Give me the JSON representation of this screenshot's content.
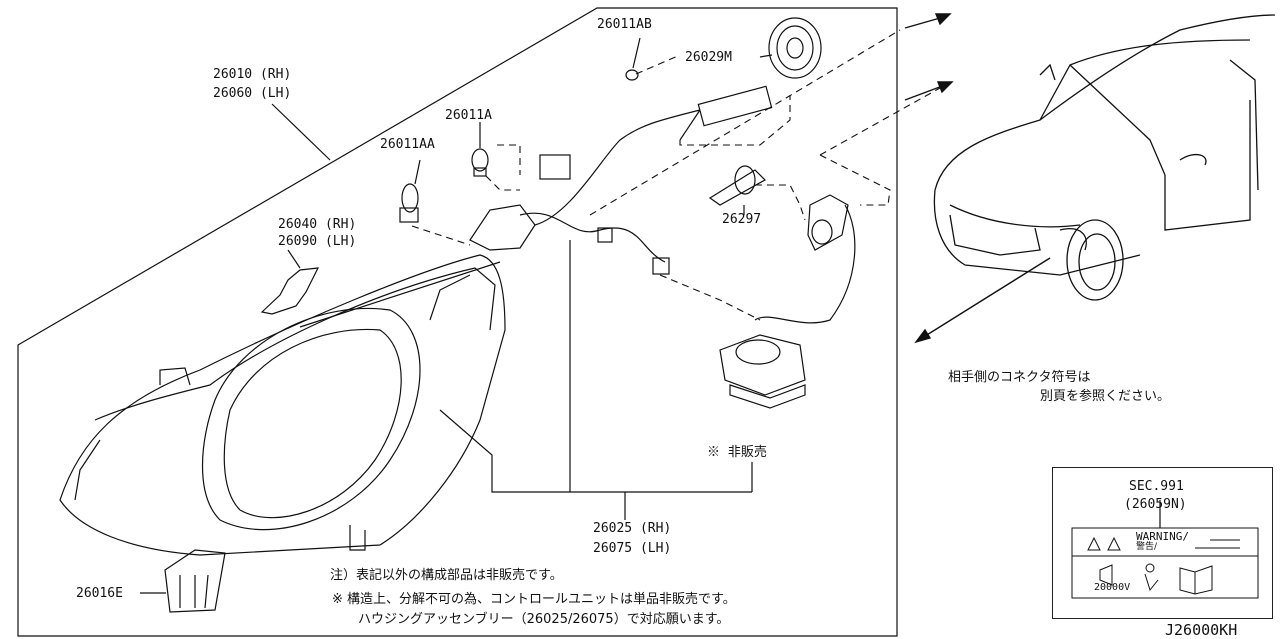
{
  "parts": {
    "headlamp_rh": "26010 (RH)",
    "headlamp_lh": "26060 (LH)",
    "bulb_26011ab": "26011AB",
    "cap_26029m": "26029M",
    "bulb_26011a": "26011A",
    "bulb_26011aa": "26011AA",
    "bracket_rh": "26040 (RH)",
    "bracket_lh": "26090 (LH)",
    "bulb_26297": "26297",
    "not_for_sale": "※ 非販売",
    "unit_rh": "26025 (RH)",
    "unit_lh": "26075 (LH)",
    "part_26016e": "26016E"
  },
  "notes": {
    "connector_line1": "相手側のコネクタ符号は",
    "connector_line2": "別頁を参照ください。",
    "footnote1": "注）表記以外の構成部品は非販売です。",
    "footnote2": "※ 構造上、分解不可の為、コントロールユニットは単品非販売です。",
    "footnote3": "ハウジングアッセンブリー（26025/26075）で対応願います。"
  },
  "sec_box": {
    "sec": "SEC.991",
    "part": "(26059N)",
    "warning": "WARNING/",
    "warning_jp": "警告/",
    "voltage": "20000V"
  },
  "diagram_code": "J26000KH"
}
